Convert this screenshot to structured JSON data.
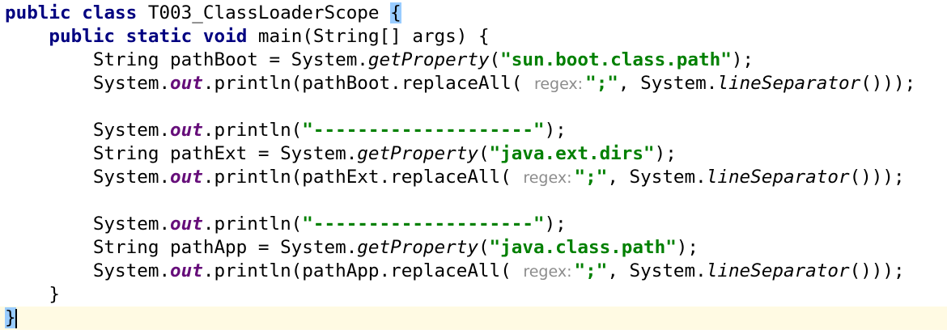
{
  "editor": {
    "lines": [
      {
        "indent": "",
        "tokens": [
          {
            "t": "public",
            "c": "kw"
          },
          {
            "t": " "
          },
          {
            "t": "class",
            "c": "kw"
          },
          {
            "t": " T003_ClassLoaderScope "
          },
          {
            "t": "{",
            "c": "brace-hl"
          }
        ]
      },
      {
        "indent": "    ",
        "tokens": [
          {
            "t": "public",
            "c": "kw"
          },
          {
            "t": " "
          },
          {
            "t": "static",
            "c": "kw"
          },
          {
            "t": " "
          },
          {
            "t": "void",
            "c": "kw"
          },
          {
            "t": " main(String[] args) {"
          }
        ]
      },
      {
        "indent": "        ",
        "tokens": [
          {
            "t": "String pathBoot = System."
          },
          {
            "t": "getProperty",
            "c": "static-call"
          },
          {
            "t": "("
          },
          {
            "t": "\"sun.boot.class.path\"",
            "c": "str"
          },
          {
            "t": ");"
          }
        ]
      },
      {
        "indent": "        ",
        "tokens": [
          {
            "t": "System."
          },
          {
            "t": "out",
            "c": "static-field"
          },
          {
            "t": ".println(pathBoot.replaceAll( "
          },
          {
            "t": "regex:",
            "c": "hint"
          },
          {
            "t": "\";\"",
            "c": "str"
          },
          {
            "t": ", System."
          },
          {
            "t": "lineSeparator",
            "c": "static-call"
          },
          {
            "t": "()));"
          }
        ]
      },
      {
        "indent": "",
        "tokens": []
      },
      {
        "indent": "        ",
        "tokens": [
          {
            "t": "System."
          },
          {
            "t": "out",
            "c": "static-field"
          },
          {
            "t": ".println("
          },
          {
            "t": "\"--------------------\"",
            "c": "str"
          },
          {
            "t": ");"
          }
        ]
      },
      {
        "indent": "        ",
        "tokens": [
          {
            "t": "String pathExt = System."
          },
          {
            "t": "getProperty",
            "c": "static-call"
          },
          {
            "t": "("
          },
          {
            "t": "\"java.ext.dirs\"",
            "c": "str"
          },
          {
            "t": ");"
          }
        ]
      },
      {
        "indent": "        ",
        "tokens": [
          {
            "t": "System."
          },
          {
            "t": "out",
            "c": "static-field"
          },
          {
            "t": ".println(pathExt.replaceAll( "
          },
          {
            "t": "regex:",
            "c": "hint"
          },
          {
            "t": "\";\"",
            "c": "str"
          },
          {
            "t": ", System."
          },
          {
            "t": "lineSeparator",
            "c": "static-call"
          },
          {
            "t": "()));"
          }
        ]
      },
      {
        "indent": "",
        "tokens": []
      },
      {
        "indent": "        ",
        "tokens": [
          {
            "t": "System."
          },
          {
            "t": "out",
            "c": "static-field"
          },
          {
            "t": ".println("
          },
          {
            "t": "\"--------------------\"",
            "c": "str"
          },
          {
            "t": ");"
          }
        ]
      },
      {
        "indent": "        ",
        "tokens": [
          {
            "t": "String pathApp = System."
          },
          {
            "t": "getProperty",
            "c": "static-call"
          },
          {
            "t": "("
          },
          {
            "t": "\"java.class.path\"",
            "c": "str"
          },
          {
            "t": ");"
          }
        ]
      },
      {
        "indent": "        ",
        "tokens": [
          {
            "t": "System."
          },
          {
            "t": "out",
            "c": "static-field"
          },
          {
            "t": ".println(pathApp.replaceAll( "
          },
          {
            "t": "regex:",
            "c": "hint"
          },
          {
            "t": "\";\"",
            "c": "str"
          },
          {
            "t": ", System."
          },
          {
            "t": "lineSeparator",
            "c": "static-call"
          },
          {
            "t": "()));"
          }
        ]
      },
      {
        "indent": "    ",
        "tokens": [
          {
            "t": "}"
          }
        ]
      },
      {
        "indent": "",
        "current": true,
        "tokens": [
          {
            "t": "}",
            "c": "brace-hl"
          }
        ]
      }
    ],
    "colors": {
      "keyword": "#000080",
      "string": "#008000",
      "static_field": "#660e7a",
      "param_hint": "#8c8c8c",
      "brace_match": "#99ccff",
      "current_line": "#fffae3"
    }
  }
}
